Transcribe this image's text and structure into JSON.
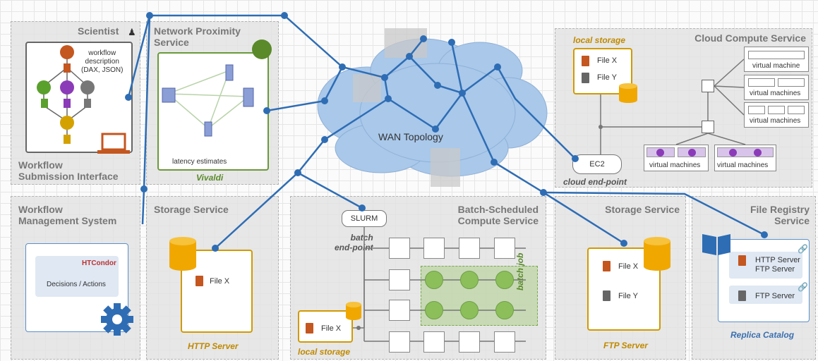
{
  "panels": {
    "scientist": {
      "title": "Scientist",
      "workflow_desc": [
        "workflow",
        "description",
        "(DAX, JSON)"
      ],
      "footer": [
        "Workflow",
        "Submission Interface"
      ]
    },
    "network": {
      "title": [
        "Network Proximity",
        "Service"
      ],
      "caption": "latency estimates",
      "sub": "Vivaldi"
    },
    "wms": {
      "title": [
        "Workflow",
        "Management System"
      ],
      "logo": "HTCondor",
      "decisions": "Decisions / Actions"
    },
    "storage1": {
      "title": "Storage Service",
      "file": "File X",
      "sub": "HTTP Server"
    },
    "batch": {
      "title": [
        "Batch-Scheduled",
        "Compute Service"
      ],
      "slurm": "SLURM",
      "endpoint": [
        "batch",
        "end-point"
      ],
      "batchjob": "batch job",
      "file": "File X",
      "sub": "local storage"
    },
    "cloud": {
      "title": "Cloud Compute Service",
      "local_storage": "local storage",
      "file_x": "File X",
      "file_y": "File Y",
      "ec2": "EC2",
      "endpoint": "cloud end-point",
      "vm1": "virtual machine",
      "vm2": "virtual machines",
      "vm3": "virtual machines",
      "vm4": "virtual machines",
      "vm5": "virtual machines"
    },
    "storage2": {
      "title": "Storage Service",
      "file_x": "File X",
      "file_y": "File Y",
      "sub": "FTP Server"
    },
    "registry": {
      "title": [
        "File Registry",
        "Service"
      ],
      "entry1": [
        "HTTP Server",
        "FTP Server"
      ],
      "entry2": "FTP Server",
      "sub": "Replica Catalog"
    }
  },
  "wan": {
    "label": "WAN Topology"
  },
  "colors": {
    "link": "#2e6db4",
    "accent": "#c08a00",
    "green": "#5a8a2a",
    "blue_label": "#3a6fb0"
  }
}
